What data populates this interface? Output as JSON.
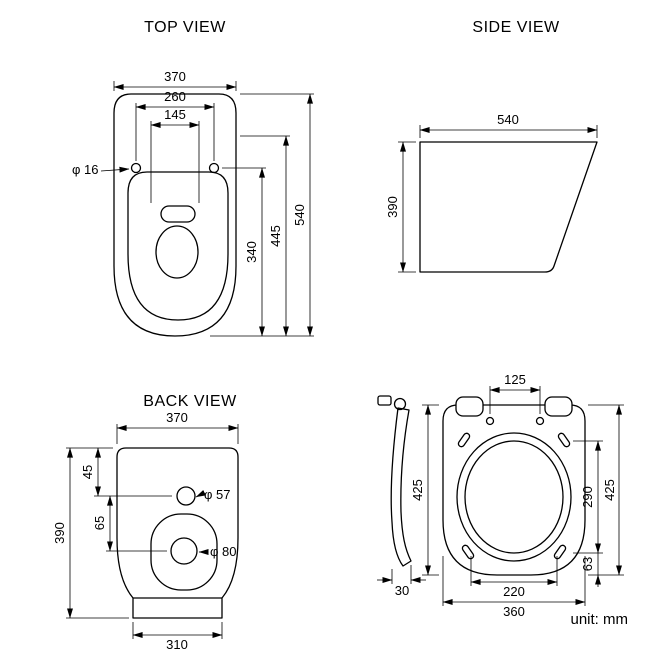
{
  "unit_label": "unit: mm",
  "colors": {
    "line": "#000000",
    "background": "#ffffff"
  },
  "top_view": {
    "title": "TOP VIEW",
    "width": "370",
    "mount_hole_span": "260",
    "hinge_span": "145",
    "mount_hole_dia": "φ 16",
    "bowl_length": "340",
    "mid_length": "445",
    "total_length": "540"
  },
  "side_view": {
    "title": "SIDE VIEW",
    "length": "540",
    "height": "390"
  },
  "back_view": {
    "title": "BACK VIEW",
    "width": "370",
    "top_to_inlet": "45",
    "inlet_dia": "φ 57",
    "inlet_to_outlet": "65",
    "outlet_dia": "φ 80",
    "height": "390",
    "base_width": "310"
  },
  "seat_view": {
    "hinge_hole_span": "125",
    "length_left": "425",
    "opening_length": "290",
    "opening_to_front": "63",
    "length_right": "425",
    "profile_thickness": "30",
    "opening_width": "220",
    "width": "360"
  }
}
